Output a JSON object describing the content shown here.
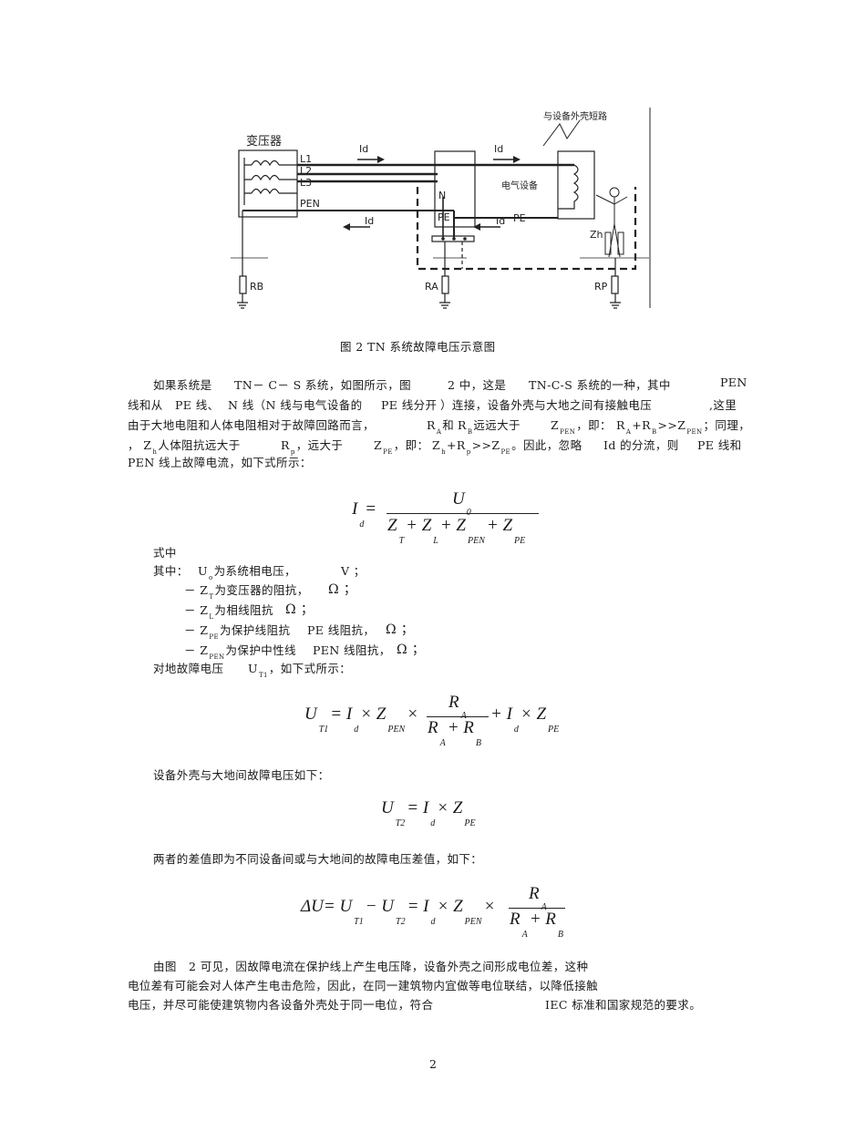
{
  "figure": {
    "label_transformer": "变压器",
    "label_l1": "L1",
    "label_l2": "L2",
    "label_l3": "L3",
    "label_pen": "PEN",
    "label_id_1": "Id",
    "label_id_2": "Id",
    "label_id_3": "Id",
    "label_id_4": "Id",
    "label_n": "N",
    "label_pe_box": "PE",
    "label_pe_line": "PE",
    "label_equipment": "电气设备",
    "label_short": "与设备外壳短路",
    "label_zh": "Zh",
    "label_rb": "RB",
    "label_ra": "RA",
    "label_rp": "RP",
    "caption": "图  2    TN 系统故障电压示意图"
  },
  "paragraph1": {
    "line1a": "如果系统是",
    "line1b": "TN－ C－ S 系统，如图所示，图",
    "line1c": "2 中，这是",
    "line1d": "TN-C-S 系统的一种，其中",
    "line1e": "PEN",
    "line2a": "线和从",
    "line2b": "PE 线、",
    "line2c": "N 线（N 线与电气设备的",
    "line2d": "PE 线分开",
    "line2e": "）连接，设备外壳与大地之间有接触电压",
    "line2f": ",这里",
    "line3a": "由于大地电阻和人体电阻相对于故障回路而言，",
    "line3b": "R",
    "line3b_s": "A",
    "line3c": "和",
    "line3d": "R",
    "line3d_s": "B",
    "line3e": "远远大于",
    "line3f": "Z",
    "line3f_s": "PEN",
    "line3g": "，即：",
    "line3h": "R",
    "line3h_s": "A",
    "line3i": "+R",
    "line3i_s": "B",
    "line3j": ">>Z",
    "line3j_s": "PEN",
    "line3k": "；同理，",
    "line4a": "，",
    "line4b": "Z",
    "line4b_s": "h",
    "line4c": "人体阻抗远大于",
    "line4d": "R",
    "line4d_s": "p",
    "line4e": "，远大于",
    "line4f": "Z",
    "line4f_s": "PE",
    "line4g": "，即：",
    "line4h": "Z",
    "line4h_s": "h",
    "line4i": "+R",
    "line4i_s": "p",
    "line4j": ">>Z",
    "line4j_s": "PE",
    "line4k": "。因此，忽略",
    "line4l": "Id 的分流，则",
    "line4m": "PE 线和",
    "line5": "PEN 线上故障电流，如下式所示："
  },
  "where": {
    "head": "式中",
    "u0_a": "其中：",
    "u0_b": "U",
    "u0_s": "o",
    "u0_c": "为系统相电压，",
    "u0_d": "V ；",
    "zt_a": "－ Z",
    "zt_s": "T",
    "zt_b": "为变压器的阻抗，",
    "zt_c": "Ω ；",
    "zl_a": "－ Z",
    "zl_s": "L",
    "zl_b": "为相线阻抗",
    "zl_c": "Ω ；",
    "zpe_a": "－ Z",
    "zpe_s": "PE",
    "zpe_b": "为保护线阻抗",
    "zpe_c": "PE 线阻抗，",
    "zpe_d": "Ω ；",
    "zpen_a": "－ Z",
    "zpen_s": "PEN",
    "zpen_b": "为保护中性线",
    "zpen_c": "PEN 线阻抗，",
    "zpen_d": "Ω ；",
    "ut1_a": "对地故障电压",
    "ut1_b": "U",
    "ut1_s": "T1",
    "ut1_c": "，如下式所示："
  },
  "eq1": {
    "lhs": "I",
    "lhs_s": "d",
    "num": "U",
    "num_s": "0",
    "d1": "Z",
    "d1_s": "T",
    "d2": "+ Z",
    "d2_s": "L",
    "d3": "+ Z",
    "d3_s": "PEN",
    "d4": "+ Z",
    "d4_s": "PE"
  },
  "eq2": {
    "lhs": "U",
    "lhs_s": "T1",
    "a": "= I",
    "a_s": "d",
    "b": "× Z",
    "b_s": "PEN",
    "c": "×",
    "num": "R",
    "num_s": "A",
    "den1": "R",
    "den1_s": "A",
    "den2": "+ R",
    "den2_s": "B",
    "d": "+ I",
    "d_s": "d",
    "e": "× Z",
    "e_s": "PE"
  },
  "line_ut2": "设备外壳与大地间故障电压如下：",
  "eq3": {
    "lhs": "U",
    "lhs_s": "T2",
    "a": "= I",
    "a_s": "d",
    "b": "× Z",
    "b_s": "PE"
  },
  "line_du": "两者的差值即为不同设备间或与大地间的故障电压差值，如下：",
  "eq4": {
    "lhs": "ΔU",
    "a": "= U",
    "a_s": "T1",
    "b": "− U",
    "b_s": "T2",
    "c": "= I",
    "c_s": "d",
    "d": "× Z",
    "d_s": "PEN",
    "e": "×",
    "num": "R",
    "num_s": "A",
    "den1": "R",
    "den1_s": "A",
    "den2": "+ R",
    "den2_s": "B"
  },
  "closing": {
    "l1a": "由图",
    "l1b": "2 可见，因故障电流在保护线上产生电压降，设备外壳之间形成电位差，这种",
    "l2": "电位差有可能会对人体产生电击危险，因此，在同一建筑物内宜做等电位联结，以降低接触",
    "l3a": "电压，并尽可能使建筑物内各设备外壳处于同一电位，符合",
    "l3b": "IEC 标准和国家规范的要求。"
  },
  "page_number": "2"
}
